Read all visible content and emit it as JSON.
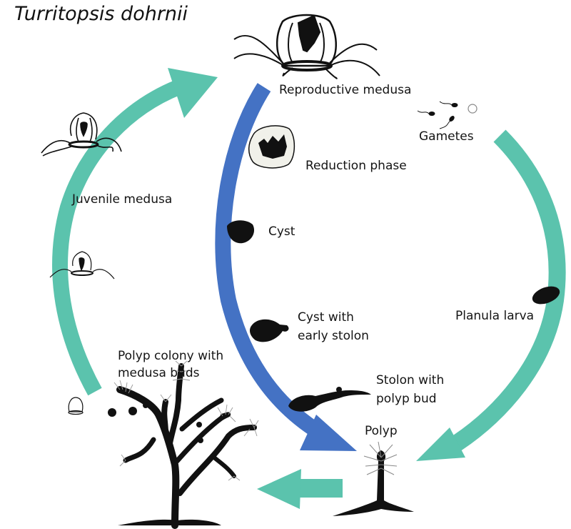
{
  "title": "Turritopsis dohrnii",
  "colors": {
    "teal_arrow": "#5bc3ad",
    "blue_arrow": "#4472c4",
    "organism": "#111111",
    "background": "#ffffff"
  },
  "stages": {
    "reproductive_medusa": "Reproductive medusa",
    "gametes": "Gametes",
    "reduction_phase": "Reduction phase",
    "juvenile_medusa": "Juvenile medusa",
    "cyst": "Cyst",
    "cyst_with_early_stolon": [
      "Cyst with",
      "early stolon"
    ],
    "planula_larva": "Planula larva",
    "polyp_colony": [
      "Polyp colony with",
      "medusa buds"
    ],
    "stolon_with_polyp_bud": [
      "Stolon with",
      "polyp bud"
    ],
    "polyp": "Polyp"
  },
  "arrows": [
    {
      "id": "gametes-to-polyp",
      "from": "Gametes",
      "to": "Polyp",
      "color": "teal"
    },
    {
      "id": "polyp-to-colony",
      "from": "Polyp",
      "to": "Polyp colony with medusa buds",
      "color": "teal"
    },
    {
      "id": "colony-to-medusa",
      "from": "Polyp colony with medusa buds",
      "to": "Reproductive medusa",
      "color": "teal"
    },
    {
      "id": "reverse-development",
      "from": "Reproductive medusa",
      "to": "Polyp",
      "color": "blue"
    }
  ]
}
